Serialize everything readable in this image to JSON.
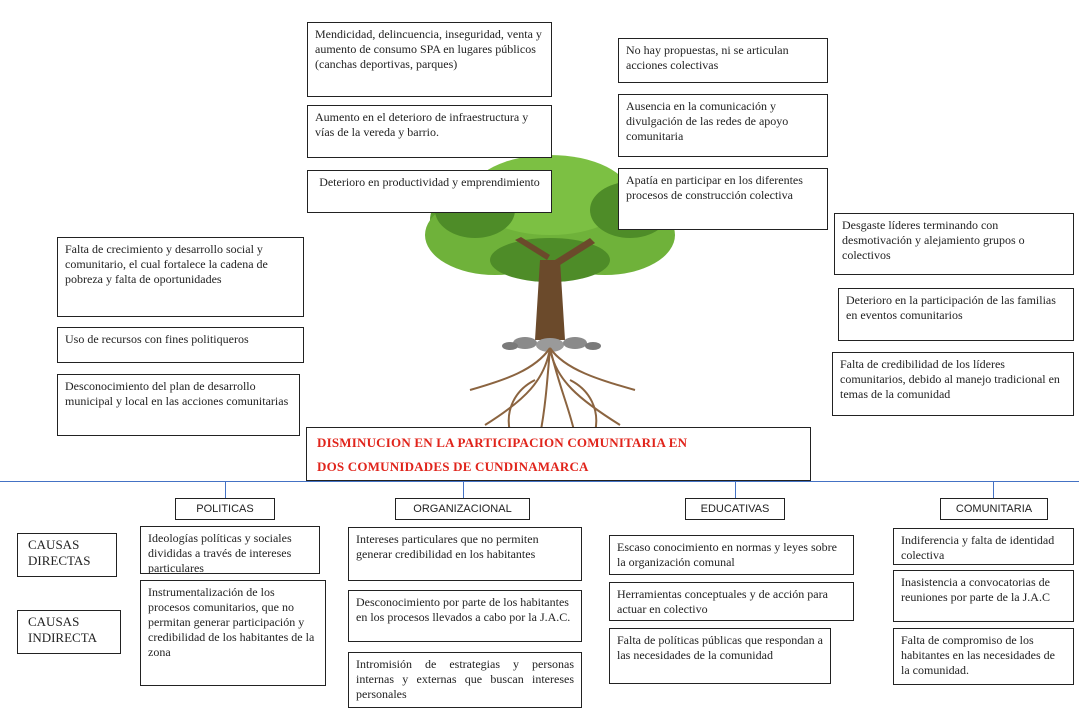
{
  "title_line1": "DISMINUCION EN LA PARTICIPACION  COMUNITARIA EN",
  "title_line2": "DOS COMUNIDADES DE CUNDINAMARCA",
  "effects_top_center": [
    "Mendicidad, delincuencia, inseguridad, venta y aumento de consumo SPA en lugares públicos (canchas deportivas, parques)",
    "Aumento en el deterioro de infraestructura y vías de la vereda y barrio.",
    "Deterioro en productividad y emprendimiento"
  ],
  "effects_top_right": [
    "No hay propuestas, ni se articulan acciones colectivas",
    "Ausencia en la comunicación y divulgación de las redes de apoyo comunitaria",
    "Apatía en participar en los diferentes procesos de construcción colectiva"
  ],
  "effects_left": [
    "Falta de crecimiento y desarrollo social y comunitario, el cual fortalece la cadena de pobreza y falta de oportunidades",
    "Uso de recursos con fines politiqueros",
    "Desconocimiento del plan de desarrollo municipal y local en las acciones comunitarias"
  ],
  "effects_right": [
    "Desgaste líderes terminando con desmotivación y alejamiento grupos o colectivos",
    "Deterioro en la participación de las familias en eventos comunitarios",
    "Falta de credibilidad de los líderes comunitarios, debido al manejo tradicional en temas de la comunidad"
  ],
  "side_labels": {
    "directas": "CAUSAS DIRECTAS",
    "indirectas": "CAUSAS INDIRECTA"
  },
  "categories": [
    {
      "name": "POLITICAS",
      "items": [
        "Ideologías políticas y sociales divididas a través de intereses particulares",
        "Instrumentalización de los procesos comunitarios, que no permitan generar participación y credibilidad de los habitantes de la zona"
      ]
    },
    {
      "name": "ORGANIZACIONAL",
      "items": [
        "Intereses particulares que no permiten generar credibilidad en los habitantes",
        "Desconocimiento por parte de los habitantes en los procesos llevados a cabo por la J.A.C.",
        "Intromisión de estrategias y personas internas y externas que buscan intereses personales"
      ]
    },
    {
      "name": "EDUCATIVAS",
      "items": [
        "Escaso conocimiento en normas y leyes sobre la organización comunal",
        "Herramientas conceptuales y de acción para actuar en colectivo",
        "Falta de políticas públicas que respondan a las necesidades de la comunidad"
      ]
    },
    {
      "name": "COMUNITARIA",
      "items": [
        "Indiferencia y falta de identidad colectiva",
        "Inasistencia a convocatorias de reuniones por parte de la J.A.C",
        "Falta de compromiso de los habitantes en las necesidades de la comunidad."
      ]
    }
  ],
  "colors": {
    "title_red": "#e0241b",
    "connector_blue": "#4472c4",
    "foliage_green": "#5a9e2f",
    "trunk_brown": "#6b4a2b"
  }
}
